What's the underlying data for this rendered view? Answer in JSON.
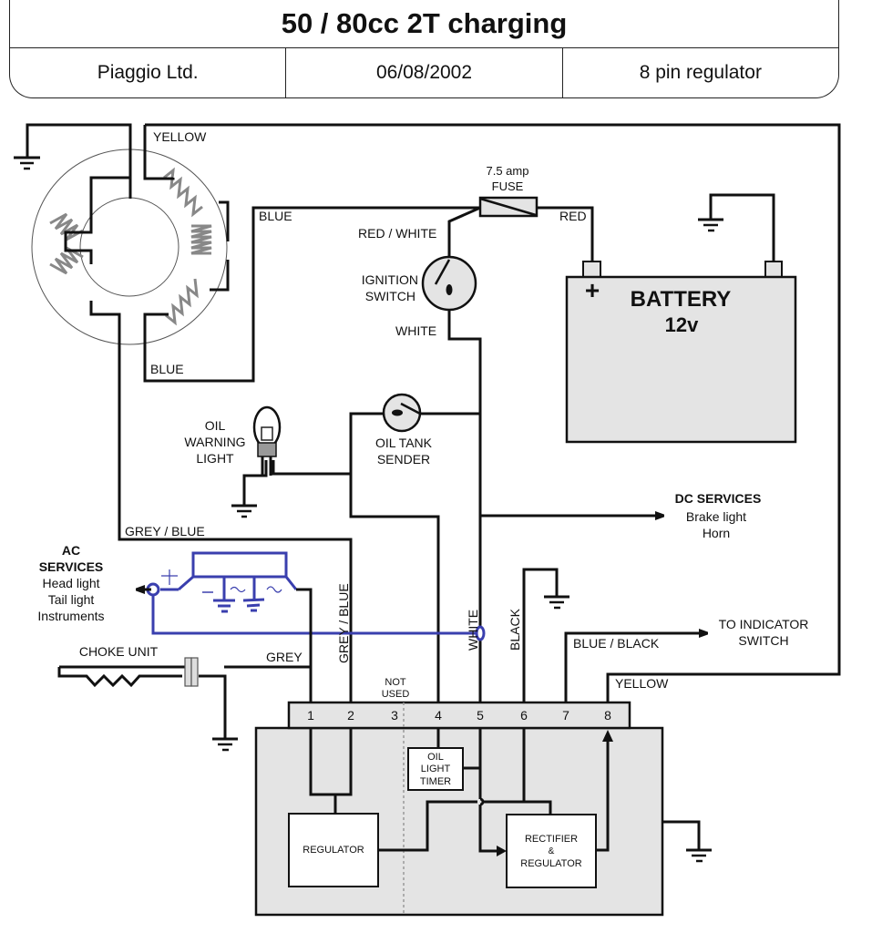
{
  "header": {
    "title": "50 / 80cc 2T charging",
    "manufacturer": "Piaggio Ltd.",
    "date": "06/08/2002",
    "regulator_type": "8 pin regulator"
  },
  "colors": {
    "wire": "#111111",
    "component_fill": "#e4e4e4",
    "annotation_blue": "#3a3fae",
    "stator_coil": "#888888"
  },
  "wire_labels": {
    "stator_yellow": "YELLOW",
    "stator_blue_top": "BLUE",
    "stator_blue_bottom": "BLUE",
    "red_white": "RED / WHITE",
    "red": "RED",
    "white_ignition": "WHITE",
    "grey_blue_horizontal": "GREY / BLUE",
    "grey_blue_vertical": "GREY / BLUE",
    "grey": "GREY",
    "white_vertical": "WHITE",
    "black": "BLACK",
    "blue_black": "BLUE / BLACK",
    "yellow_pin8": "YELLOW"
  },
  "components": {
    "fuse": {
      "rating": "7.5 amp",
      "label": "FUSE"
    },
    "ignition_switch": {
      "line1": "IGNITION",
      "line2": "SWITCH"
    },
    "battery": {
      "label": "BATTERY",
      "voltage": "12v",
      "positive": "+"
    },
    "oil_warning_light": {
      "line1": "OIL",
      "line2": "WARNING",
      "line3": "LIGHT"
    },
    "oil_tank_sender": {
      "line1": "OIL TANK",
      "line2": "SENDER"
    },
    "choke_unit": "CHOKE UNIT",
    "oil_light_timer": {
      "line1": "OIL",
      "line2": "LIGHT",
      "line3": "TIMER"
    },
    "regulator": "REGULATOR",
    "rectifier_regulator": {
      "line1": "RECTIFIER",
      "line2": "&",
      "line3": "REGULATOR"
    }
  },
  "services": {
    "dc": {
      "title": "DC SERVICES",
      "items": [
        "Brake light",
        "Horn"
      ]
    },
    "ac": {
      "title_line1": "AC",
      "title_line2": "SERVICES",
      "items": [
        "Head light",
        "Tail light",
        "Instruments"
      ]
    },
    "indicator": {
      "line1": "TO INDICATOR",
      "line2": "SWITCH"
    }
  },
  "regulator_pins": {
    "numbers": [
      "1",
      "2",
      "3",
      "4",
      "5",
      "6",
      "7",
      "8"
    ],
    "not_used_line1": "NOT",
    "not_used_line2": "USED"
  },
  "annotation_symbols": {
    "plus": "+",
    "minus": "−",
    "ac": "~"
  }
}
